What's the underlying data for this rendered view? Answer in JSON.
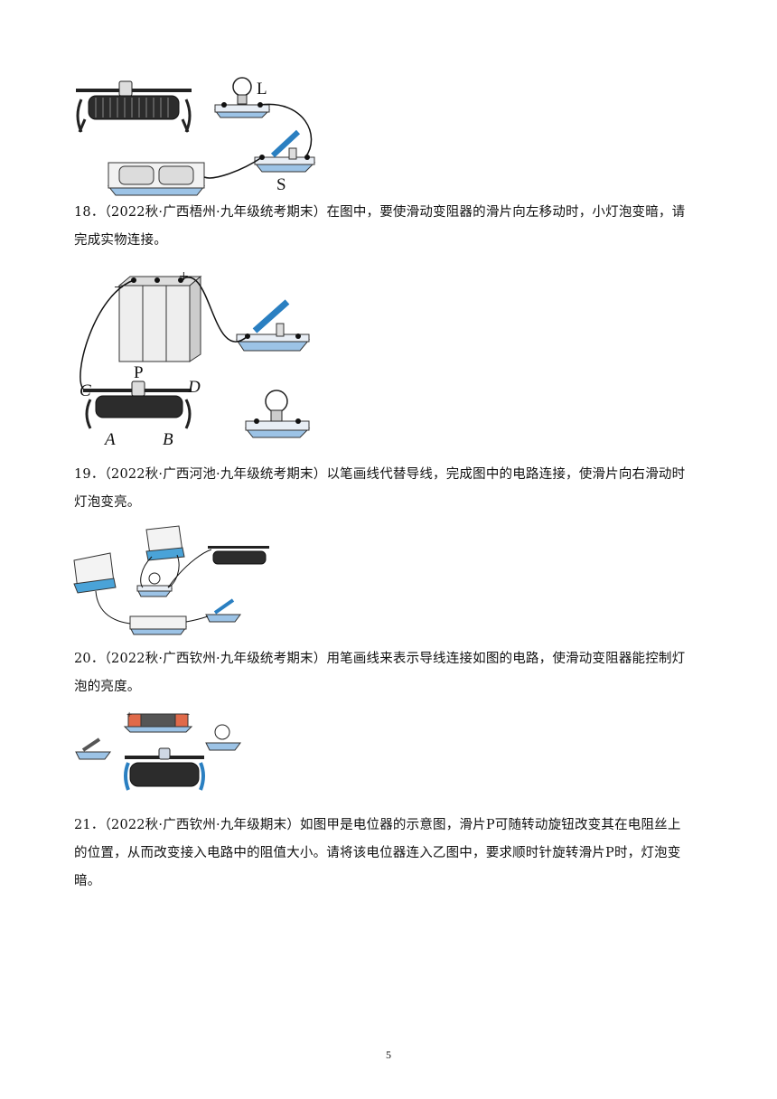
{
  "figures": {
    "fig17": {
      "lamp_label": "L",
      "switch_label": "S"
    },
    "fig18": {
      "minus": "−",
      "plus": "+",
      "c": "C",
      "p": "P",
      "d": "D",
      "a": "A",
      "b": "B"
    },
    "fig20": {
      "plus": "+",
      "minus": "−"
    }
  },
  "questions": [
    {
      "number": "18．",
      "source": "（2022秋·广西梧州·九年级统考期末）",
      "line1": "在图中，要使滑动变阻器的滑片向左移动时，小灯泡变暗，请",
      "line2": "完成实物连接。"
    },
    {
      "number": "19．",
      "source": "（2022秋·广西河池·九年级统考期末）",
      "line1": "以笔画线代替导线，完成图中的电路连接，使滑片向右滑动时",
      "line2": "灯泡变亮。"
    },
    {
      "number": "20．",
      "source": "（2022秋·广西钦州·九年级统考期末）",
      "line1": "用笔画线来表示导线连接如图的电路，使滑动变阻器能控制灯",
      "line2": "泡的亮度。"
    },
    {
      "number": "21．",
      "source": "（2022秋·广西钦州·九年级期末）",
      "line1": "如图甲是电位器的示意图，滑片P可随转动旋钮改变其在电阻丝上",
      "line2": "的位置，从而改变接入电路中的阻值大小。请将该电位器连入乙图中，要求顺时针旋转滑片P时，灯泡变",
      "line3": "暗。"
    }
  ],
  "page_number": "5"
}
